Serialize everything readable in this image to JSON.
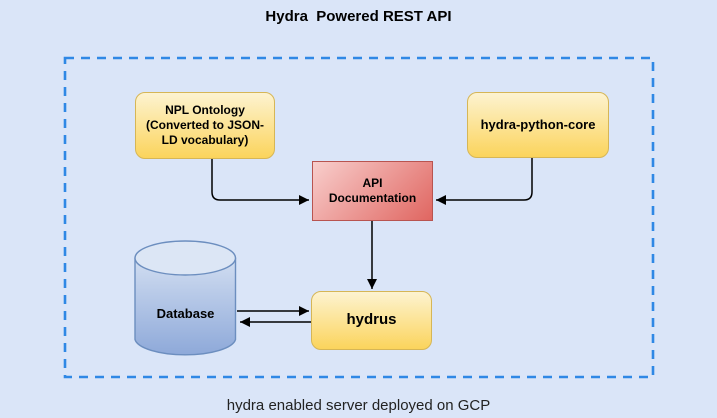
{
  "title": "Hydra  Powered REST API",
  "caption": "hydra enabled server deployed on GCP",
  "colors": {
    "background": "#dae5f8",
    "dashed_border": "#2f88e5",
    "node_yellow_top": "#fdf3d0",
    "node_yellow_bottom": "#fbd45c",
    "node_yellow_border": "#d6b656",
    "node_red_top": "#f8cecc",
    "node_red_bottom": "#e06661",
    "node_red_border": "#b85450",
    "db_top": "#dce6f5",
    "db_bottom": "#8ea9d9",
    "db_border": "#6c8ebf",
    "arrow": "#000000"
  },
  "nodes": {
    "npl_ontology": {
      "label": "NPL Ontology\n(Converted to JSON-\nLD vocabulary)"
    },
    "hydra_python_core": {
      "label": "hydra-python-core"
    },
    "api_documentation": {
      "label": "API\nDocumentation"
    },
    "database": {
      "label": "Database"
    },
    "hydrus": {
      "label": "hydrus"
    }
  },
  "connectors": [
    {
      "from": "npl_ontology",
      "to": "api_documentation"
    },
    {
      "from": "hydra_python_core",
      "to": "api_documentation"
    },
    {
      "from": "api_documentation",
      "to": "hydrus"
    },
    {
      "from": "database",
      "to": "hydrus"
    },
    {
      "from": "hydrus",
      "to": "database"
    }
  ]
}
